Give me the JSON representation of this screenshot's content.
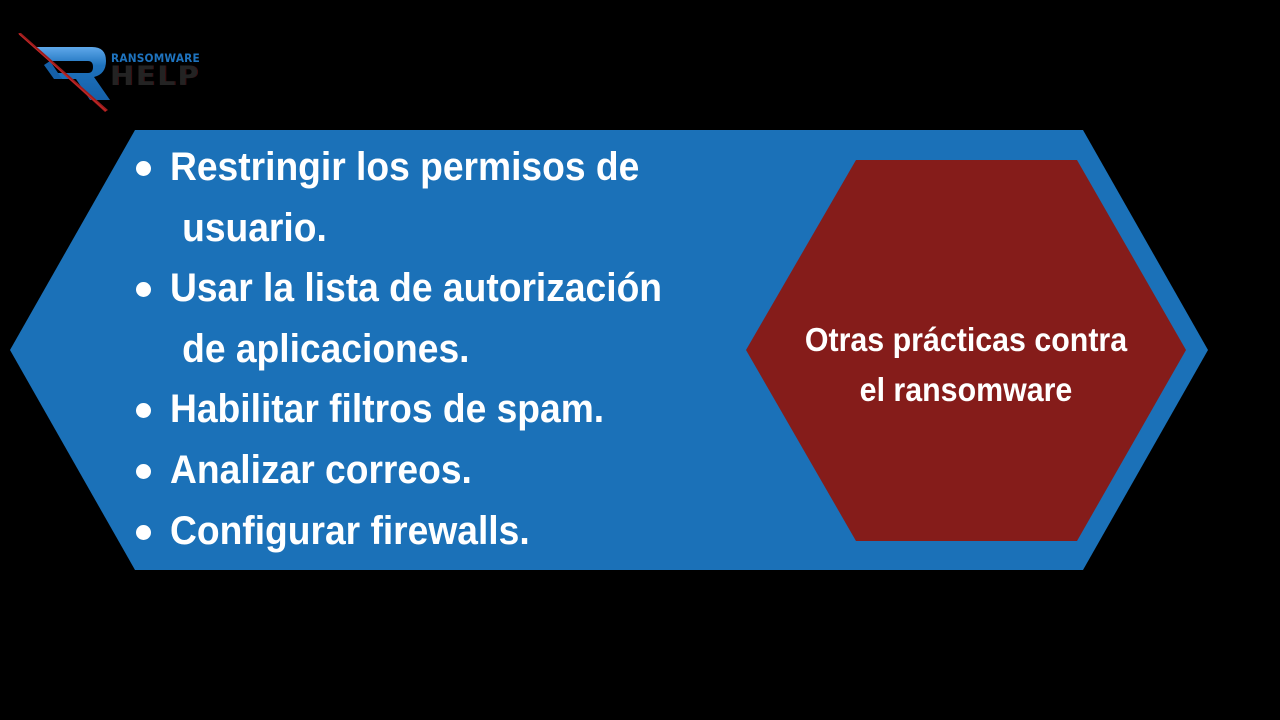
{
  "logo": {
    "top_text": "RANSOMWARE",
    "bottom_text": "HELP",
    "colors": {
      "blue": "#1e73be",
      "dark": "#232323",
      "red": "#9b1c1c"
    }
  },
  "colors": {
    "background": "#000000",
    "outer_hexagon": "#1b71b8",
    "inner_hexagon": "#851c1a",
    "text": "#ffffff"
  },
  "practices": {
    "items": [
      {
        "lines": [
          "Restringir los permisos de",
          "usuario."
        ]
      },
      {
        "lines": [
          "Usar la lista de autorización",
          "de aplicaciones."
        ]
      },
      {
        "lines": [
          "Habilitar filtros de spam."
        ]
      },
      {
        "lines": [
          "Analizar correos."
        ]
      },
      {
        "lines": [
          "Configurar firewalls."
        ]
      }
    ]
  },
  "title": {
    "lines": [
      "Otras prácticas contra",
      "el ransomware"
    ]
  }
}
